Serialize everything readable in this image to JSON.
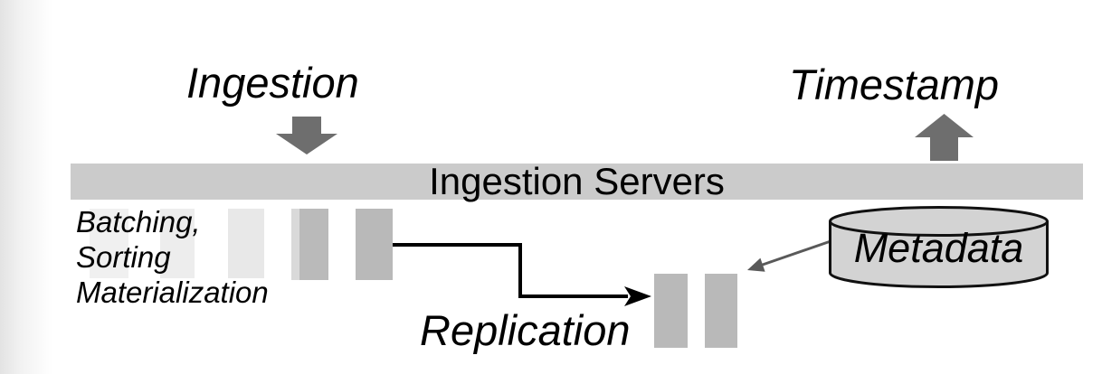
{
  "diagram": {
    "labels": {
      "ingestion": "Ingestion",
      "timestamp": "Timestamp",
      "ingestion_servers": "Ingestion Servers",
      "batching_line1": "Batching,",
      "batching_line2": "Sorting",
      "batching_line3": "Materialization",
      "replication": "Replication",
      "metadata": "Metadata"
    },
    "colors": {
      "server_bar": "#cbcbcb",
      "block_arrow": "#6e6e6e",
      "stage_bar_1": "#e3e3e3",
      "stage_bar_2": "#dfdfdf",
      "stage_bar_3": "#d6d6d6",
      "stage_bar_4": "#bababa",
      "stage_bar_5": "#b9b9b9",
      "replica_bar": "#b9b9b9",
      "cylinder_fill": "#d3d3d3",
      "cylinder_stroke": "#111111",
      "connector": "#000000",
      "metadata_arrow": "#595959"
    }
  }
}
